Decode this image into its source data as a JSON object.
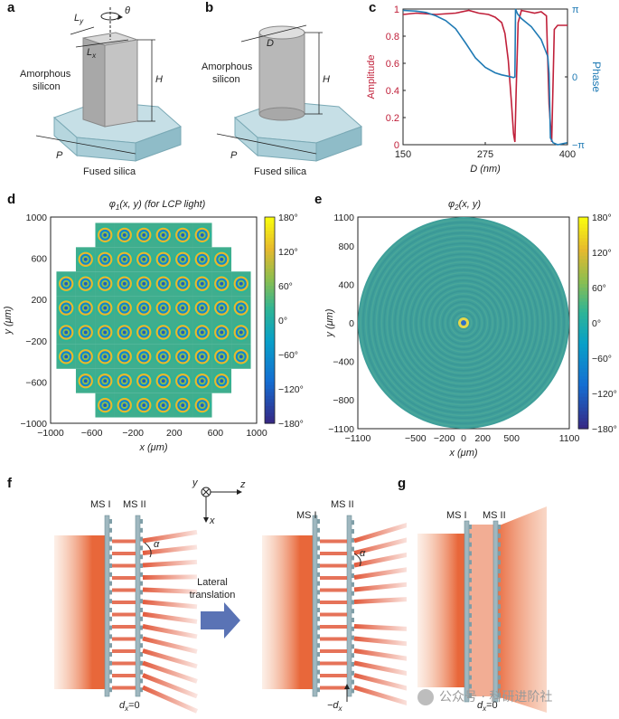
{
  "panels": {
    "a": {
      "label": "a",
      "labels": {
        "ly": "L",
        "ly_sub": "y",
        "lx": "L",
        "lx_sub": "x",
        "theta": "θ",
        "h": "H",
        "p": "P",
        "amorphous": "Amorphous",
        "silicon": "silicon",
        "fused": "Fused silica"
      }
    },
    "b": {
      "label": "b",
      "labels": {
        "d": "D",
        "h": "H",
        "p": "P",
        "amorphous": "Amorphous",
        "silicon": "silicon",
        "fused": "Fused silica"
      }
    },
    "c": {
      "label": "c"
    },
    "d": {
      "label": "d",
      "title": "φ",
      "title_sub": "1",
      "title_rest": "(x, y) (for LCP light)"
    },
    "e": {
      "label": "e",
      "title": "φ",
      "title_sub": "2",
      "title_rest": "(x, y)"
    },
    "f": {
      "label": "f",
      "ms1": "MS I",
      "ms2": "MS II",
      "ms1_b": "MS I",
      "ms2_b": "MS II",
      "axis_y": "y",
      "axis_z": "z",
      "axis_x": "x",
      "alpha": "α",
      "alpha_b": "α",
      "lateral": "Lateral",
      "translation": "translation",
      "dx0": "d",
      "dx0_sub": "x",
      "dx0_rest": "=0",
      "dxneg": "−d",
      "dxneg_sub": "x"
    },
    "g": {
      "label": "g",
      "ms1": "MS I",
      "ms2": "MS II",
      "dx0": "d",
      "dx0_sub": "x",
      "dx0_rest": "=0"
    }
  },
  "chart_data": [
    {
      "id": "c",
      "type": "line",
      "xlabel": "D (nm)",
      "ylabel": "Amplitude",
      "ylabel_right": "Phase",
      "xlim": [
        150,
        400
      ],
      "ylim": [
        0,
        1
      ],
      "ylim_right": [
        "−π",
        "π"
      ],
      "x_ticks": [
        "150",
        "275",
        "400"
      ],
      "y_ticks": [
        "0",
        "0.2",
        "0.4",
        "0.6",
        "0.8",
        "1"
      ],
      "y_right_ticks": [
        "−π",
        "0",
        "π"
      ],
      "series": [
        {
          "axis": "left",
          "color": "#c0203a",
          "x": [
            150,
            170,
            200,
            230,
            250,
            265,
            280,
            290,
            300,
            305,
            310,
            315,
            318,
            320,
            322,
            325,
            330,
            340,
            350,
            360,
            368,
            372,
            376,
            380,
            385,
            392,
            400
          ],
          "y": [
            0.96,
            0.97,
            0.96,
            0.97,
            0.99,
            0.97,
            0.96,
            0.94,
            0.9,
            0.82,
            0.62,
            0.3,
            0.08,
            0.02,
            0.4,
            0.9,
            0.99,
            0.98,
            0.97,
            0.98,
            0.95,
            0.3,
            0.02,
            0.85,
            0.88,
            0.88,
            0.88
          ]
        },
        {
          "axis": "right",
          "color": "#1f7ab4",
          "x": [
            150,
            170,
            185,
            200,
            215,
            230,
            245,
            260,
            275,
            290,
            300,
            310,
            318,
            320,
            321,
            324,
            330,
            345,
            360,
            370,
            372,
            374,
            378,
            385,
            395,
            400
          ],
          "y": [
            0.98,
            0.97,
            0.95,
            0.9,
            0.83,
            0.71,
            0.5,
            0.28,
            0.14,
            0.06,
            0.03,
            0.01,
            -0.01,
            0.0,
            1.0,
            0.93,
            0.86,
            0.74,
            0.55,
            0.3,
            0.05,
            -0.9,
            -0.97,
            -1.0,
            -0.98,
            -0.97
          ]
        }
      ]
    },
    {
      "id": "d",
      "type": "heatmap",
      "title": "φ1(x, y) (for LCP light)",
      "xlabel": "x (μm)",
      "ylabel": "y (μm)",
      "xlim": [
        -1000,
        1000
      ],
      "ylim": [
        -1000,
        1000
      ],
      "x_ticks": [
        "−1000",
        "−600",
        "−200",
        "200",
        "600",
        "1000"
      ],
      "y_ticks": [
        "1000",
        "600",
        "200",
        "−200",
        "−600",
        "−1000"
      ],
      "colorbar_ticks": [
        "180°",
        "120°",
        "60°",
        "0°",
        "−60°",
        "−120°",
        "−180°"
      ],
      "rows": [
        6,
        8,
        10,
        10,
        10,
        10,
        8,
        6
      ],
      "row_offsets": [
        2,
        1,
        0,
        0,
        0,
        0,
        1,
        2
      ]
    },
    {
      "id": "e",
      "type": "heatmap",
      "title": "φ2(x, y)",
      "xlabel": "x (μm)",
      "ylabel": "y (μm)",
      "xlim": [
        -1100,
        1100
      ],
      "ylim": [
        -1100,
        1100
      ],
      "x_ticks": [
        "−1100",
        "−500",
        "−200",
        "0",
        "200",
        "500",
        "1100"
      ],
      "y_ticks": [
        "1100",
        "800",
        "400",
        "0",
        "−400",
        "−800",
        "−1100"
      ],
      "colorbar_ticks": [
        "180°",
        "120°",
        "60°",
        "0°",
        "−60°",
        "−120°",
        "−180°"
      ]
    }
  ],
  "watermark": "公众号 · 科研进阶社"
}
